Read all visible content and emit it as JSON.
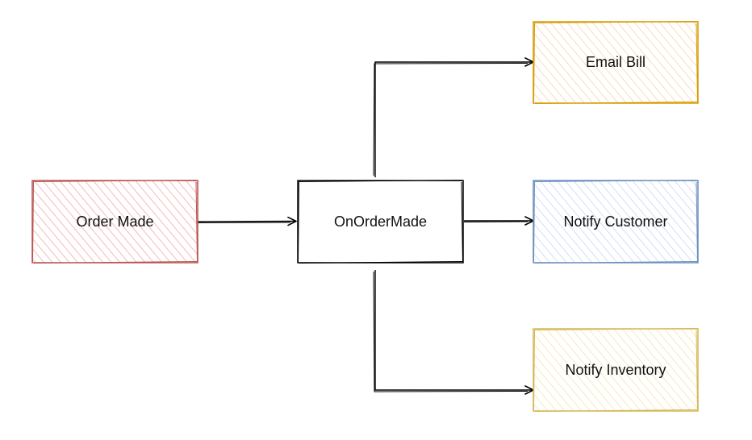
{
  "diagram": {
    "nodes": {
      "order_made": {
        "label": "Order Made",
        "stroke": "#b85450",
        "fill": "#f8cecc"
      },
      "on_order_made": {
        "label": "OnOrderMade",
        "stroke": "#000000",
        "fill": "#ffffff"
      },
      "email_bill": {
        "label": "Email Bill",
        "stroke": "#d79b00",
        "fill": "#ffe6cc"
      },
      "notify_customer": {
        "label": "Notify Customer",
        "stroke": "#6c8ebf",
        "fill": "#dae8fc"
      },
      "notify_inventory": {
        "label": "Notify Inventory",
        "stroke": "#d6b656",
        "fill": "#fff2cc"
      }
    },
    "edges": [
      {
        "from": "Order Made",
        "to": "OnOrderMade"
      },
      {
        "from": "OnOrderMade",
        "to": "Email Bill"
      },
      {
        "from": "OnOrderMade",
        "to": "Notify Customer"
      },
      {
        "from": "OnOrderMade",
        "to": "Notify Inventory"
      }
    ],
    "edge_color": "#000000"
  }
}
